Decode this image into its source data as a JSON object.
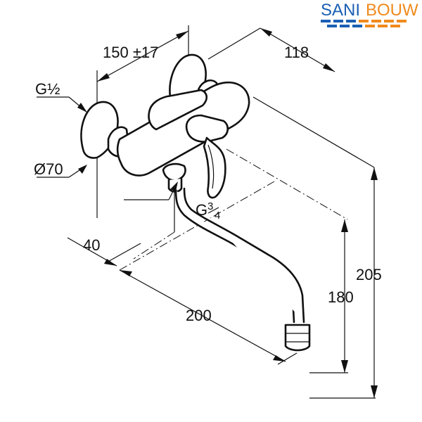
{
  "logo": {
    "word1": "SANI",
    "word2": "BOUW",
    "color_sani": "#1a5fb4",
    "color_bouw": "#f08a1c"
  },
  "dimensions": {
    "inlet_thread": "G½",
    "center_distance": "150 ±17",
    "depth": "118",
    "rosette_diameter": "Ø70",
    "wall_offset": "40",
    "spout_reach": "200",
    "outlet_thread_base": "G",
    "outlet_thread_sup": "3",
    "outlet_thread_sub": "4",
    "height_spout": "180",
    "height_total": "205"
  }
}
